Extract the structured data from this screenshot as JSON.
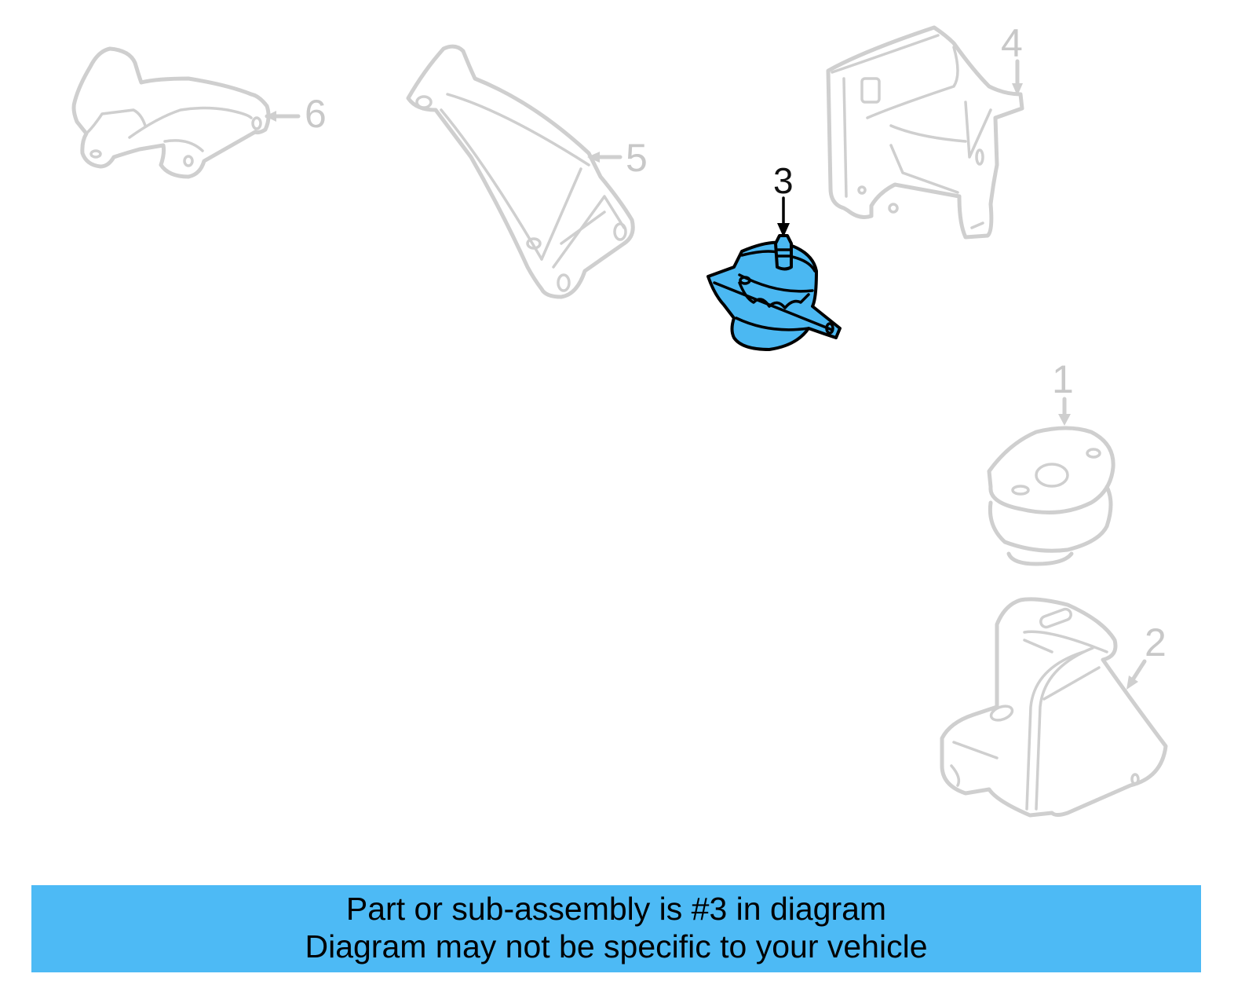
{
  "diagram": {
    "title": "Engine / transmission mount parts diagram",
    "highlight_color": "#4bb8f2",
    "ghost_color": "#cfcfcf",
    "callouts": [
      {
        "id": "1",
        "label": "1",
        "part": "mount-round-insulator",
        "highlighted": false
      },
      {
        "id": "2",
        "label": "2",
        "part": "mount-bracket-lower-right",
        "highlighted": false
      },
      {
        "id": "3",
        "label": "3",
        "part": "engine-mount-insulator",
        "highlighted": true
      },
      {
        "id": "4",
        "label": "4",
        "part": "mount-bracket-upper-right",
        "highlighted": false
      },
      {
        "id": "5",
        "label": "5",
        "part": "mount-bracket-arm",
        "highlighted": false
      },
      {
        "id": "6",
        "label": "6",
        "part": "mount-bracket-upper-left",
        "highlighted": false
      }
    ]
  },
  "banner": {
    "background": "#4dbaf5",
    "line1": "Part or sub-assembly is #3 in diagram",
    "line2": "Diagram may not be specific to your vehicle"
  }
}
